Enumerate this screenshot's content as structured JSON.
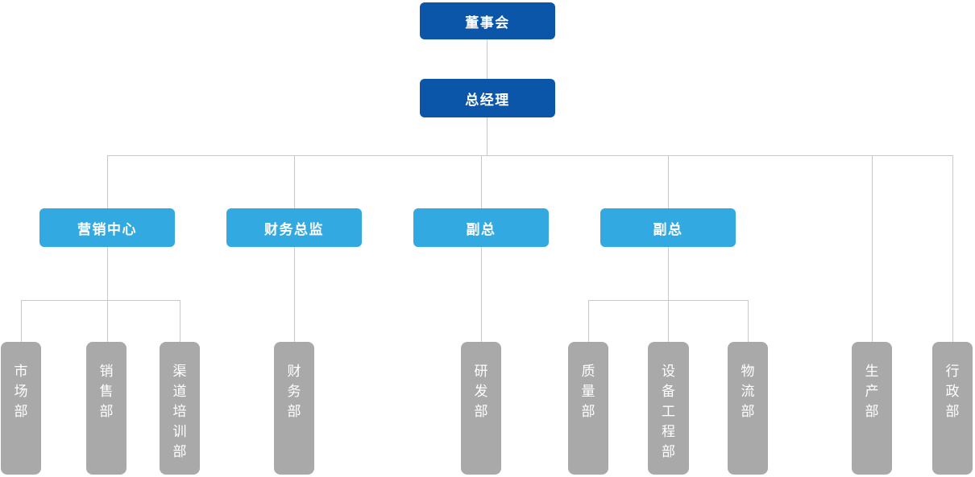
{
  "org_chart": {
    "root": {
      "label": "董事会"
    },
    "general_manager": {
      "label": "总经理"
    },
    "level3": [
      {
        "label": "营销中心",
        "children": [
          "市场部",
          "销售部",
          "渠道培训部"
        ]
      },
      {
        "label": "财务总监",
        "children": [
          "财务部"
        ]
      },
      {
        "label": "副总",
        "children": [
          "研发部"
        ]
      },
      {
        "label": "副总",
        "children": [
          "质量部",
          "设备工程部",
          "物流部"
        ]
      }
    ],
    "direct_departments": [
      "生产部",
      "行政部"
    ],
    "departments": [
      {
        "label": "市场部"
      },
      {
        "label": "销售部"
      },
      {
        "label": "渠道培训部"
      },
      {
        "label": "财务部"
      },
      {
        "label": "研发部"
      },
      {
        "label": "质量部"
      },
      {
        "label": "设备工程部"
      },
      {
        "label": "物流部"
      },
      {
        "label": "生产部"
      },
      {
        "label": "行政部"
      }
    ]
  },
  "colors": {
    "level1_bg": "#0b56a8",
    "level3_bg": "#33a9e1",
    "department_bg": "#a9a9a9",
    "connector": "#c9c9c9",
    "text": "#ffffff"
  }
}
